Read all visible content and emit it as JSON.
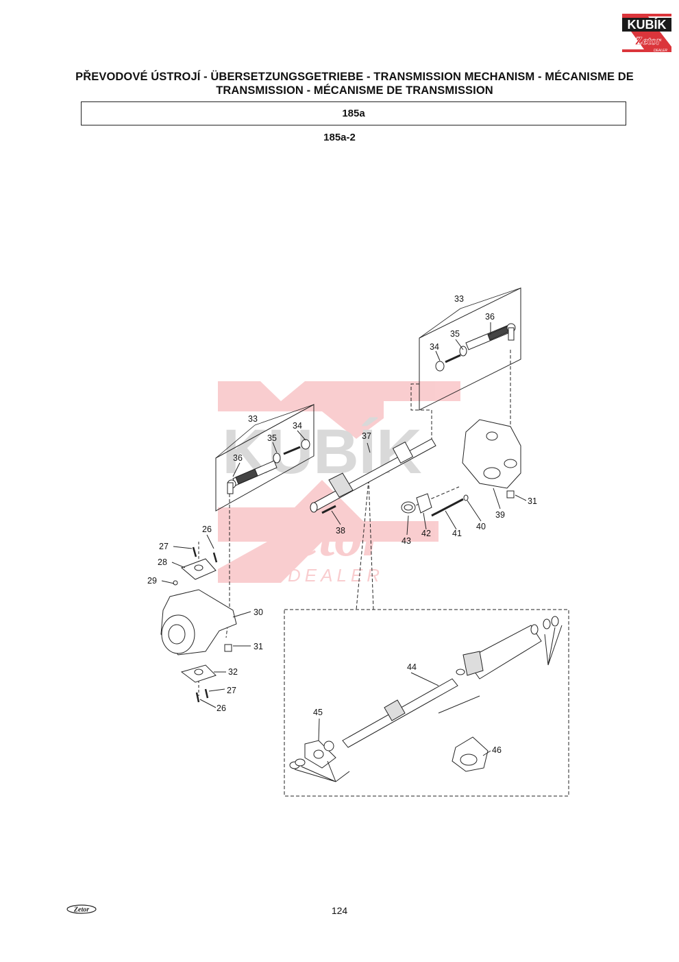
{
  "header": {
    "logo_brand": "KUBÍK",
    "logo_sub": "Zetor",
    "logo_tag": "DEALER",
    "title_line1": "PŘEVODOVÉ ÚSTROJÍ - ÜBERSETZUNGSGETRIEBE - TRANSMISSION MECHANISM - MÉCANISME DE",
    "title_line2": "TRANSMISSION - MÉCANISME DE TRANSMISSION"
  },
  "section": {
    "code": "185a",
    "sub_code": "185a-2"
  },
  "watermark": {
    "brand": "KUBÍK",
    "sub": "Zetor",
    "tag": "DEALER"
  },
  "callouts": [
    "26",
    "26",
    "27",
    "27",
    "28",
    "29",
    "30",
    "31",
    "31",
    "32",
    "33",
    "33",
    "34",
    "34",
    "35",
    "35",
    "36",
    "36",
    "37",
    "38",
    "39",
    "40",
    "41",
    "42",
    "43",
    "44",
    "45",
    "46"
  ],
  "footer": {
    "logo": "Zetor",
    "page_number": "124"
  },
  "colors": {
    "watermark_red": "#e8222a",
    "logo_red": "#d71f26",
    "line": "#222222"
  }
}
